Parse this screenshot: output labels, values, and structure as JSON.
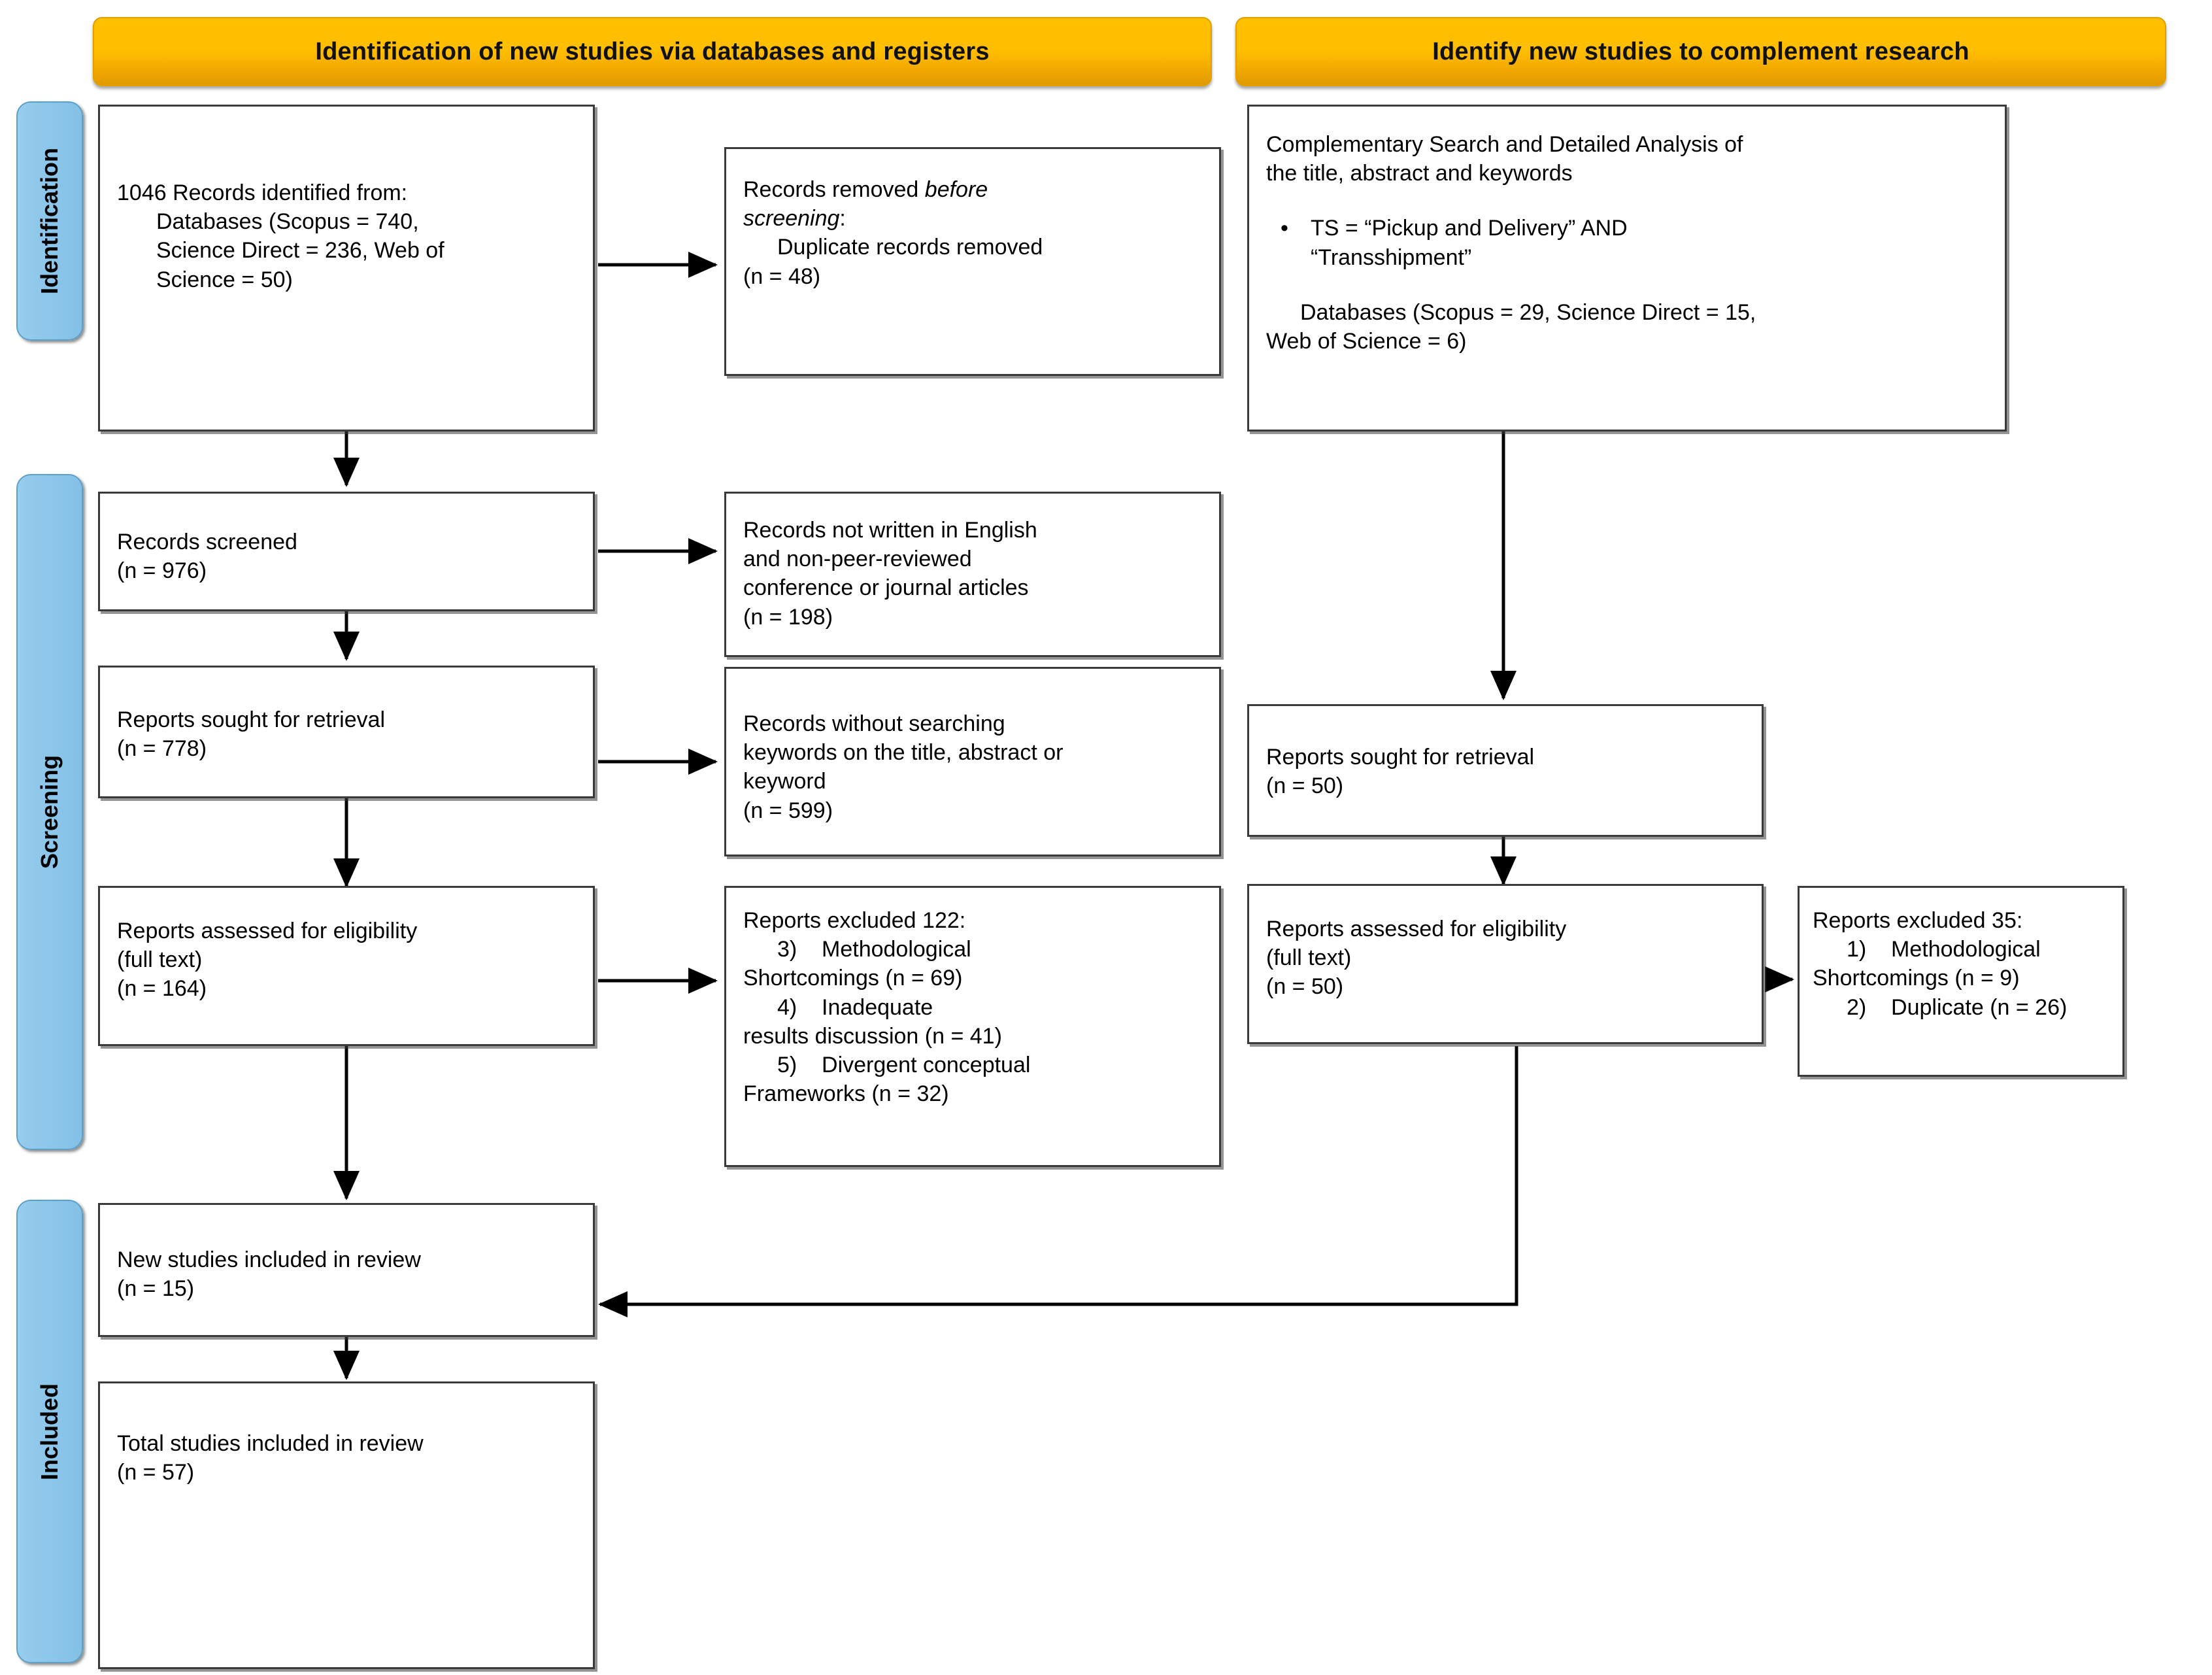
{
  "headers": {
    "left": "Identification of new studies via databases and registers",
    "right": "Identify new studies to complement research"
  },
  "phases": [
    {
      "id": "identification",
      "label": "Identification"
    },
    {
      "id": "screening",
      "label": "Screening"
    },
    {
      "id": "included",
      "label": "Included"
    }
  ],
  "left_column": {
    "records_identified": {
      "line1": "1046 Records identified from:",
      "line2": "Databases (Scopus = 740,",
      "line3": "Science Direct = 236, Web of",
      "line4": "Science = 50)"
    },
    "records_removed": {
      "line1_a": "Records removed ",
      "line1_b": "before",
      "line2_b": "screening",
      "line2_c": ":",
      "line3": "Duplicate records removed",
      "line4": "(n = 48)"
    },
    "records_screened": {
      "line1": "Records screened",
      "line2": "(n = 976)"
    },
    "records_not_english": {
      "line1": "Records not written in English",
      "line2": "and non-peer-reviewed",
      "line3": "conference or journal articles",
      "line4": "(n = 198)"
    },
    "reports_sought": {
      "line1": "Reports sought for retrieval",
      "line2": "(n = 778)"
    },
    "records_without_keywords": {
      "line1": "Records without searching",
      "line2": "keywords on the title, abstract or",
      "line3": "keyword",
      "line4": "(n = 599)"
    },
    "reports_assessed": {
      "line1": "Reports assessed for eligibility",
      "line2": "(full text)",
      "line3": "(n = 164)"
    },
    "reports_excluded": {
      "line1": "Reports excluded 122:",
      "line2": "3)    Methodological",
      "line3": "Shortcomings (n = 69)",
      "line4": "4)    Inadequate",
      "line5": "results discussion (n = 41)",
      "line6": "5)    Divergent conceptual",
      "line7": "Frameworks (n = 32)"
    },
    "new_studies_included": {
      "line1": "New studies included in review",
      "line2": "(n = 15)"
    },
    "total_studies_included": {
      "line1": "Total studies included in review",
      "line2": "(n = 57)"
    }
  },
  "right_column": {
    "complementary_search": {
      "line1": "Complementary Search and Detailed Analysis of",
      "line2": "the title, abstract and keywords",
      "bullet_dot": "•",
      "bullet_line1": "TS = “Pickup and Delivery” AND",
      "bullet_line2": "“Transshipment”",
      "line3": "Databases (Scopus = 29, Science Direct = 15,",
      "line4": "Web of Science = 6)"
    },
    "reports_sought": {
      "line1": "Reports sought for retrieval",
      "line2": "(n = 50)"
    },
    "reports_assessed": {
      "line1": "Reports assessed for eligibility",
      "line2": "(full text)",
      "line3": "(n = 50)"
    },
    "reports_excluded": {
      "line1": "Reports excluded 35:",
      "line2": "1)    Methodological",
      "line3": "Shortcomings (n = 9)",
      "line4": "2)    Duplicate (n = 26)"
    }
  },
  "colors": {
    "header_orange": "#ffc000",
    "phase_blue": "#8ec7ea",
    "box_border": "#3a3a3a",
    "arrow": "#000000",
    "background": "#ffffff"
  }
}
